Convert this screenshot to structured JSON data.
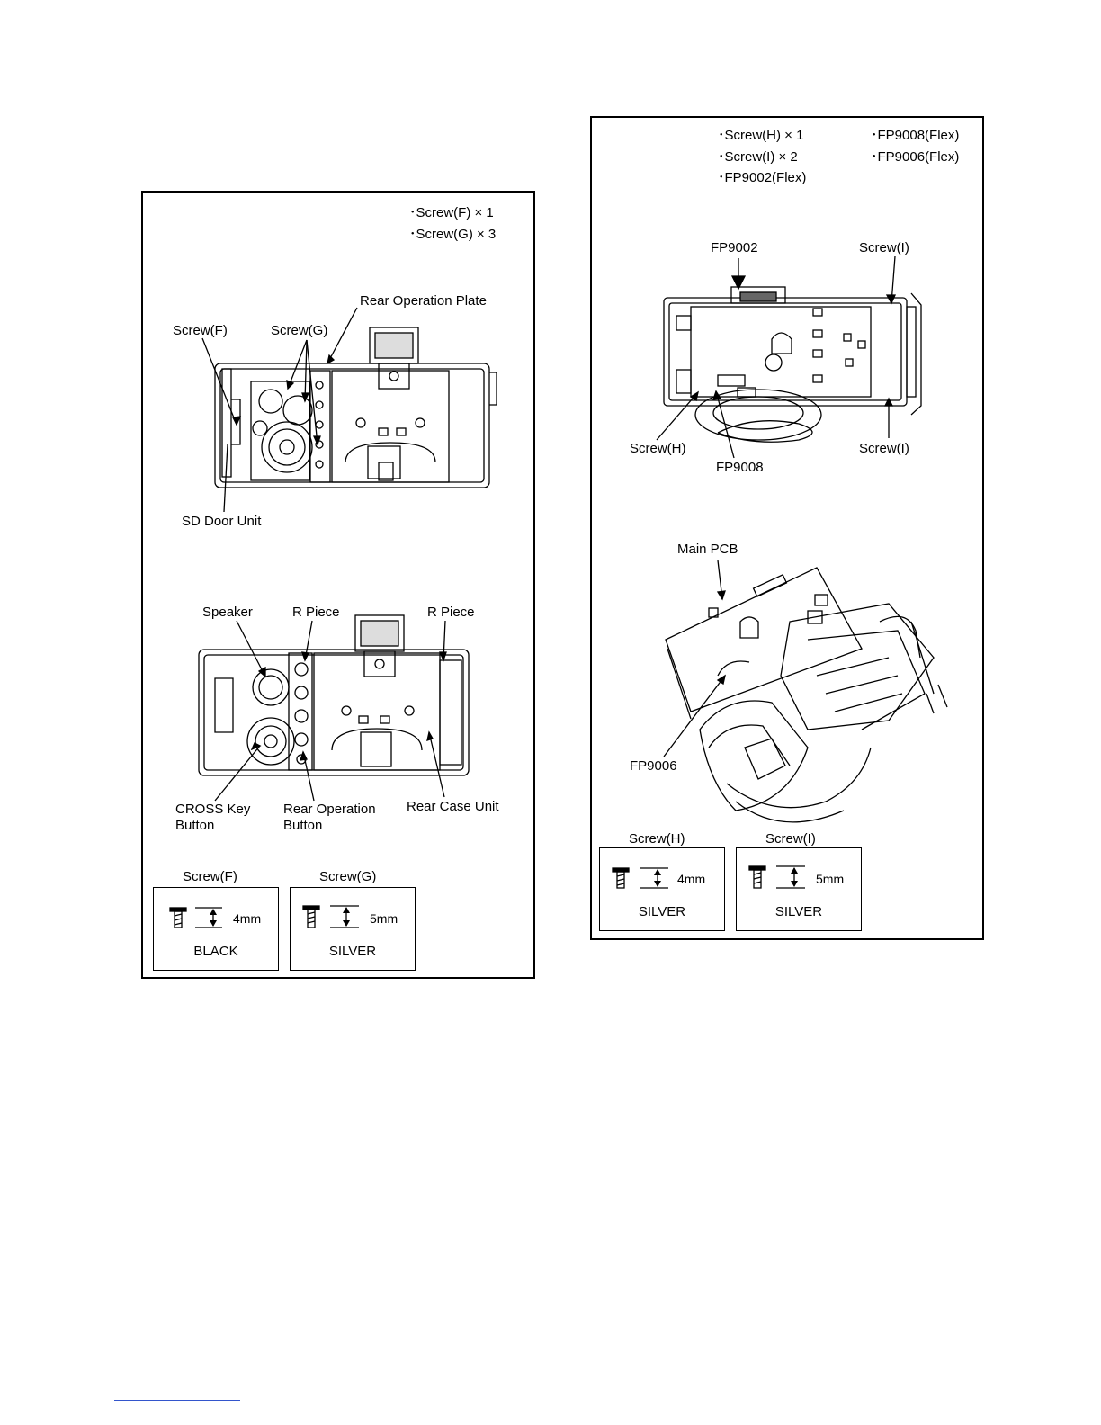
{
  "left": {
    "parts_list": [
      "･Screw(F) × 1",
      "･Screw(G) × 3"
    ],
    "labels": {
      "rear_operation_plate": "Rear Operation Plate",
      "screw_f": "Screw(F)",
      "screw_g": "Screw(G)",
      "sd_door_unit": "SD Door Unit",
      "speaker": "Speaker",
      "r_piece_1": "R Piece",
      "r_piece_2": "R Piece",
      "cross_key_1": "CROSS Key",
      "cross_key_2": "Button",
      "rear_op_button_1": "Rear Operation",
      "rear_op_button_2": "Button",
      "rear_case_unit": "Rear Case Unit"
    },
    "screw_boxes": [
      {
        "title": "Screw(F)",
        "length": "4mm",
        "color": "BLACK"
      },
      {
        "title": "Screw(G)",
        "length": "5mm",
        "color": "SILVER"
      }
    ]
  },
  "right": {
    "parts_list": [
      "･Screw(H) × 1",
      "･Screw(I) × 2",
      "･FP9002(Flex)",
      "･FP9008(Flex)",
      "･FP9006(Flex)"
    ],
    "labels": {
      "fp9002": "FP9002",
      "screw_i_top": "Screw(I)",
      "screw_h": "Screw(H)",
      "fp9008": "FP9008",
      "screw_i_bottom": "Screw(I)",
      "main_pcb": "Main PCB",
      "fp9006": "FP9006"
    },
    "screw_boxes": [
      {
        "title": "Screw(H)",
        "length": "4mm",
        "color": "SILVER"
      },
      {
        "title": "Screw(I)",
        "length": "5mm",
        "color": "SILVER"
      }
    ]
  }
}
